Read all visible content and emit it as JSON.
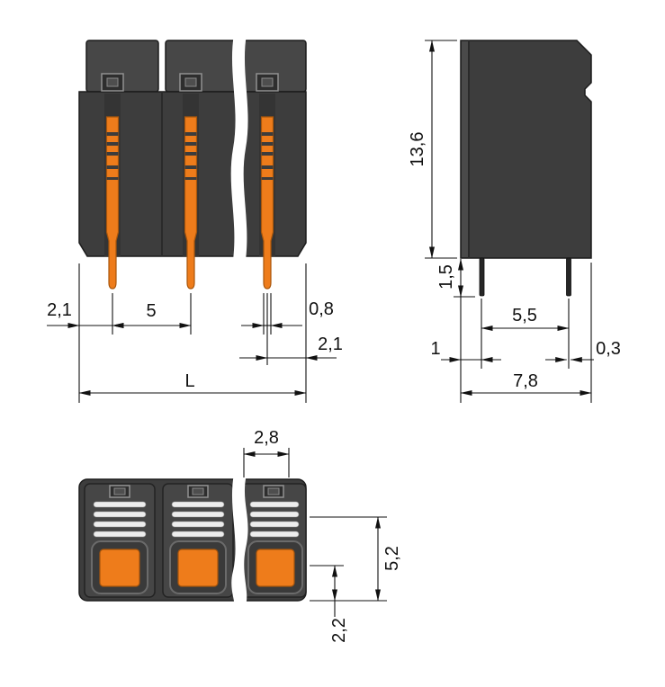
{
  "drawing": {
    "colors": {
      "background": "#ffffff",
      "housing": "#3d3d3d",
      "housing_light": "#4a4a4a",
      "pin_orange": "#ee7c1b",
      "metal_pin": "#262626",
      "dimension_line": "#111111"
    },
    "front_view": {
      "dims": {
        "left_offset": "2,1",
        "pitch": "5",
        "pin_width": "0,8",
        "right_offset": "2,1",
        "total_length": "L"
      }
    },
    "side_view": {
      "dims": {
        "height": "13,6",
        "pin_length": "1,5",
        "front_offset": "1",
        "pin_spacing": "5,5",
        "pin_thickness": "0,3",
        "depth": "7,8"
      }
    },
    "top_view": {
      "dims": {
        "pole_width": "2,8",
        "clamp_depth": "5,2",
        "opening": "2,2"
      }
    }
  }
}
